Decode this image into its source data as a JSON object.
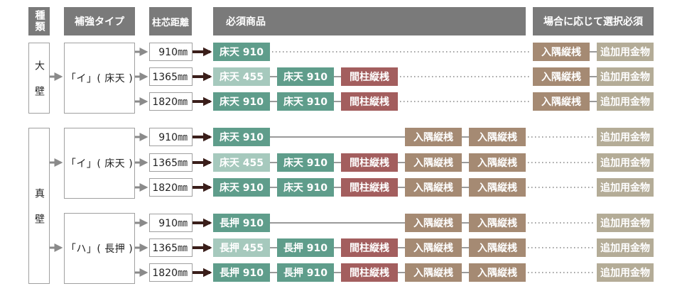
{
  "headers": {
    "wall_type": "種類",
    "reinforcement_type": "補強タイプ",
    "stud_spacing": "柱芯距離",
    "required_products": "必須商品",
    "optional_products": "場合に応じて選択必須"
  },
  "walls": {
    "ookabe": "大壁",
    "shinkabe": "真壁"
  },
  "types": {
    "i_tokoten_1": "「イ」( 床天 )",
    "i_tokoten_2": "「イ」( 床天 )",
    "ha_nageshi": "「ハ」( 長押 )"
  },
  "rows": [
    {
      "distance": "910㎜",
      "items": [
        "床天 910"
      ],
      "optional": [
        "入隅縦桟",
        "追加用金物"
      ]
    },
    {
      "distance": "1365㎜",
      "items": [
        "床天 455",
        "床天 910",
        "間柱縦桟"
      ],
      "optional": [
        "入隅縦桟",
        "追加用金物"
      ]
    },
    {
      "distance": "1820㎜",
      "items": [
        "床天 910",
        "床天 910",
        "間柱縦桟"
      ],
      "optional": [
        "入隅縦桟",
        "追加用金物"
      ]
    },
    {
      "distance": "910㎜",
      "items": [
        "床天 910",
        "入隅縦桟",
        "入隅縦桟"
      ],
      "optional": [
        "追加用金物"
      ]
    },
    {
      "distance": "1365㎜",
      "items": [
        "床天 455",
        "床天 910",
        "間柱縦桟",
        "入隅縦桟",
        "入隅縦桟"
      ],
      "optional": [
        "追加用金物"
      ]
    },
    {
      "distance": "1820㎜",
      "items": [
        "床天 910",
        "床天 910",
        "間柱縦桟",
        "入隅縦桟",
        "入隅縦桟"
      ],
      "optional": [
        "追加用金物"
      ]
    },
    {
      "distance": "910㎜",
      "items": [
        "長押 910",
        "入隅縦桟",
        "入隅縦桟"
      ],
      "optional": [
        "追加用金物"
      ]
    },
    {
      "distance": "1365㎜",
      "items": [
        "長押 455",
        "長押 910",
        "間柱縦桟",
        "入隅縦桟",
        "入隅縦桟"
      ],
      "optional": [
        "追加用金物"
      ]
    },
    {
      "distance": "1820㎜",
      "items": [
        "長押 910",
        "長押 910",
        "間柱縦桟",
        "入隅縦桟",
        "入隅縦桟"
      ],
      "optional": [
        "追加用金物"
      ]
    }
  ],
  "colors": {
    "header": "#7a7a7a",
    "green": "#5f9d8b",
    "light_green": "#a6c9bd",
    "red": "#a35e5e",
    "brown": "#a58a73",
    "tan": "#b4ac97"
  }
}
